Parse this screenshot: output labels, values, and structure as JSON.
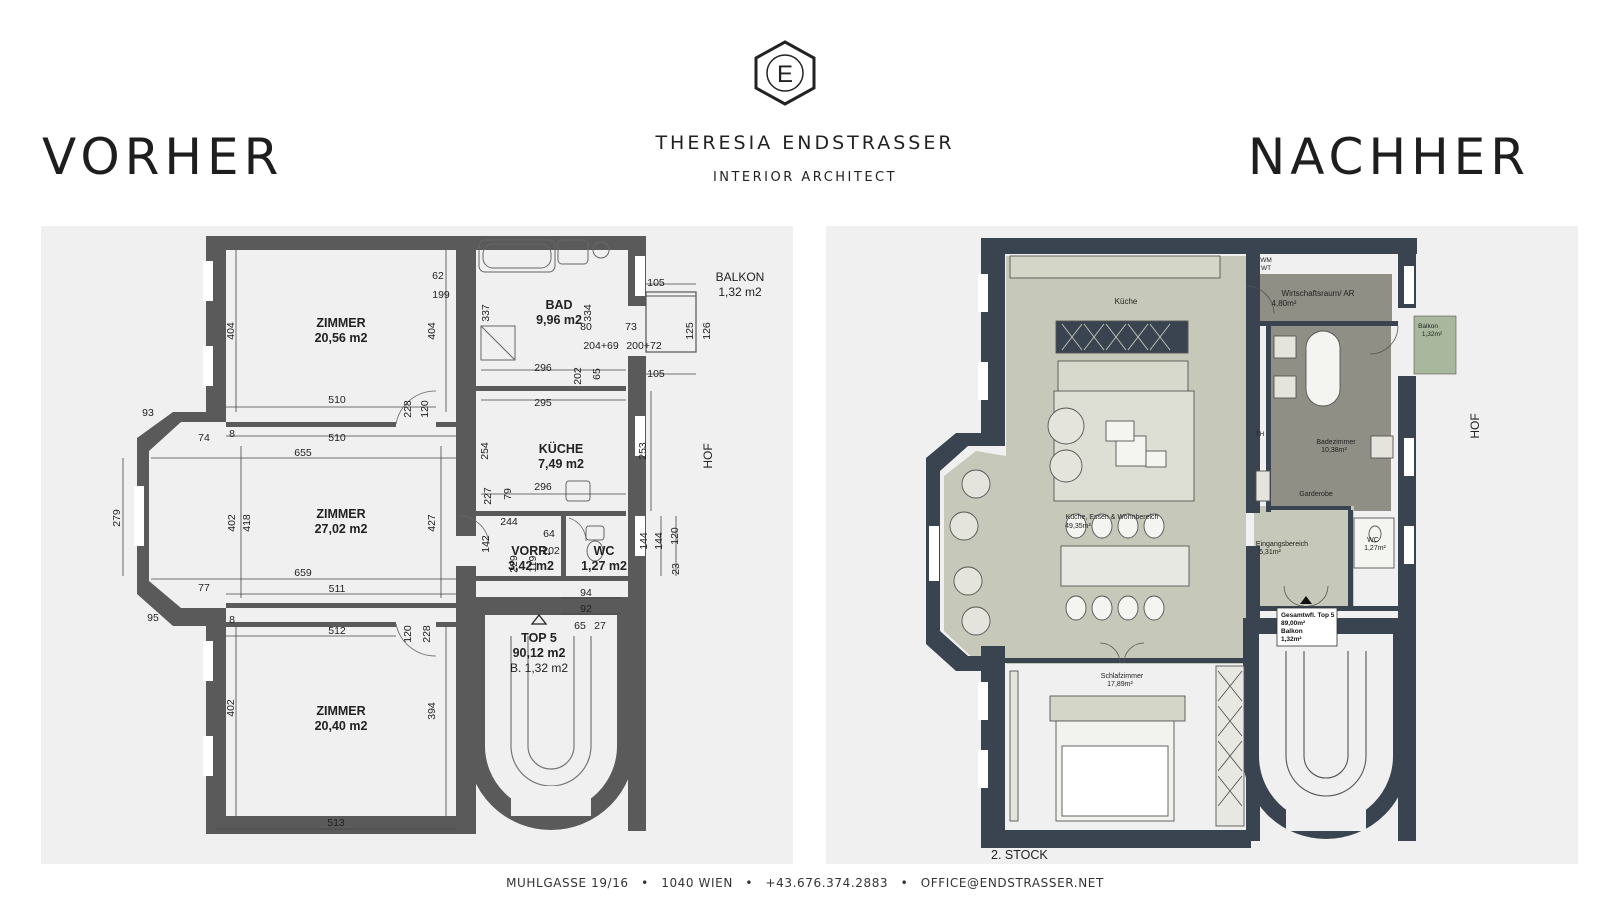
{
  "header": {
    "before_title": "VORHER",
    "after_title": "NACHHER",
    "brand_name": "THERESIA ENDSTRASSER",
    "brand_subtitle": "INTERIOR ARCHITECT",
    "logo_letter": "E"
  },
  "before_plan": {
    "rooms": [
      {
        "name": "ZIMMER",
        "area": "20,56 m2"
      },
      {
        "name": "ZIMMER",
        "area": "27,02 m2"
      },
      {
        "name": "ZIMMER",
        "area": "20,40 m2"
      },
      {
        "name": "BAD",
        "area": "9,96 m2"
      },
      {
        "name": "KÜCHE",
        "area": "7,49 m2"
      },
      {
        "name": "VORR.",
        "area": "3,42 m2"
      },
      {
        "name": "WC",
        "area": "1,27 m2"
      },
      {
        "name": "BALKON",
        "area": "1,32 m2"
      }
    ],
    "top": {
      "name": "TOP 5",
      "area": "90,12 m2",
      "balkon": "B. 1,32 m2"
    },
    "hof": "HOF",
    "dims": {
      "d404a": "404",
      "d404b": "404",
      "d510a": "510",
      "d510b": "510",
      "d655": "655",
      "d659": "659",
      "d511": "511",
      "d512": "512",
      "d513": "513",
      "d402a": "402",
      "d418": "418",
      "d427": "427",
      "d402b": "402",
      "d394": "394",
      "d279": "279",
      "d93": "93",
      "d95": "95",
      "d74": "74",
      "d77": "77",
      "d8a": "8",
      "d8b": "8",
      "d228a": "228",
      "d120a": "120",
      "d120b": "120",
      "d228b": "228",
      "d62": "62",
      "d199": "199",
      "d337": "337",
      "d334": "334",
      "d80": "80",
      "d73": "73",
      "d105a": "105",
      "d125": "125",
      "d126": "126",
      "d20469": "204+69",
      "d20072": "200+72",
      "d296a": "296",
      "d202a": "202",
      "d65": "65",
      "d105b": "105",
      "d295": "295",
      "d254": "254",
      "d253": "253",
      "d296b": "296",
      "d227": "227",
      "d79": "79",
      "d244": "244",
      "d64": "64",
      "d142": "142",
      "d202b": "202",
      "d229": "229",
      "d119": "119",
      "d144a": "144",
      "d144b": "144",
      "d120c": "120",
      "d23": "23",
      "d94": "94",
      "d92": "92",
      "d65b": "65",
      "d27": "27"
    }
  },
  "after_plan": {
    "labels": {
      "kueche": "Küche",
      "wirtschaft": "Wirtschaftsraum/ AR",
      "wirtschaft_area": "4,80m²",
      "wm": "WM",
      "wt": "WT",
      "balkon": "Balkon",
      "balkon_area": "1,32m²",
      "hof": "HOF",
      "bad": "Badezimmer",
      "bad_area": "10,38m²",
      "th": "TH",
      "garderobe": "Garderobe",
      "wohn": "Küche, Essen & Wohnbereich",
      "wohn_area": "49,35m²",
      "eingang": "Eingangsbereich",
      "eingang_area": "5,31m²",
      "wc": "WC",
      "wc_area": "1,27m²",
      "schlaf": "Schlafzimmer",
      "schlaf_area": "17,89m²",
      "stock": "2. STOCK"
    },
    "summary": {
      "line1": "Gesamtwfl. Top 5",
      "line2": "89,00m²",
      "line3": "Balkon",
      "line4": "1,32m²"
    }
  },
  "footer": {
    "address": "MUHLGASSE 19/16",
    "city": "1040 WIEN",
    "phone": "+43.676.374.2883",
    "email": "OFFICE@ENDSTRASSER.NET",
    "separator": "•"
  },
  "colors": {
    "wall_before": "#5a5a5a",
    "wall_after": "#3a4350",
    "floor_after": "#c6c8b9",
    "wet_after": "#8f8f86",
    "balcony_after": "#a9b89d",
    "panel_bg": "#f0f0f0"
  }
}
